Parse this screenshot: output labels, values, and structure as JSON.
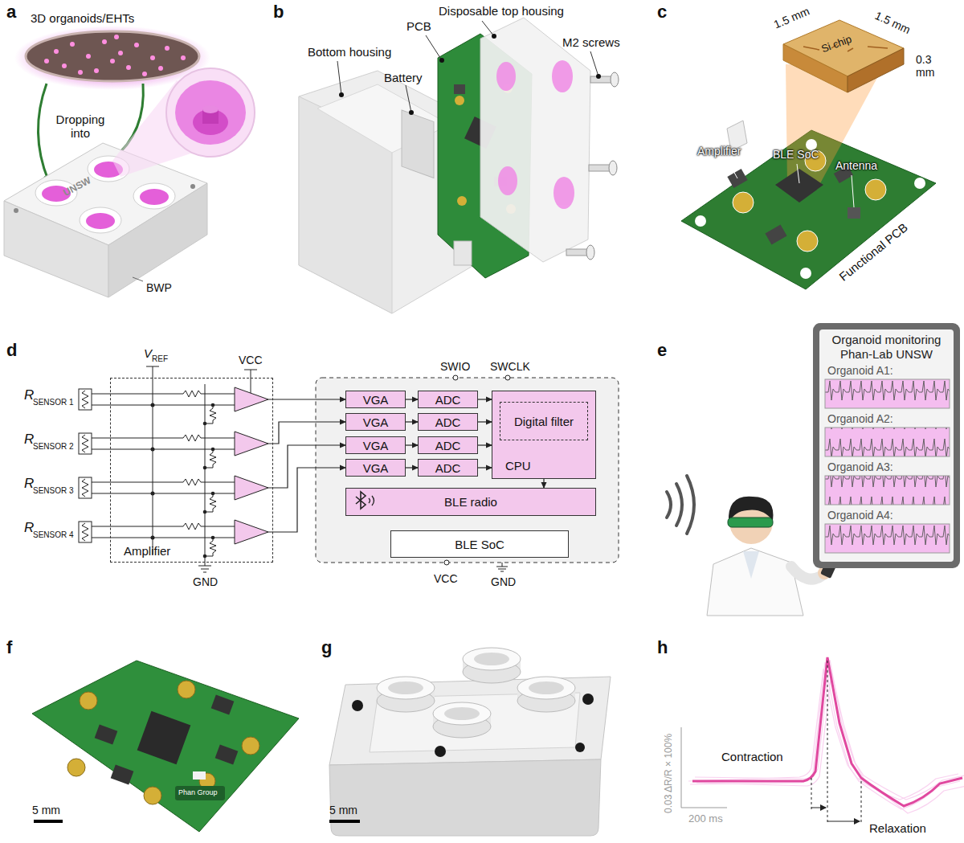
{
  "diagram": {
    "nodes": [
      {
        "text": [
          "Amplifier"
        ]
      },
      {
        "text": [
          "VGA"
        ]
      },
      {
        "text": [
          "VGA"
        ]
      },
      {
        "text": [
          "VGA"
        ]
      },
      {
        "text": [
          "VGA"
        ]
      },
      {
        "text": [
          "ADC"
        ]
      },
      {
        "text": [
          "ADC"
        ]
      },
      {
        "text": [
          "ADC"
        ]
      },
      {
        "text": [
          "ADC"
        ]
      },
      {
        "text": [
          "CPU"
        ]
      },
      {
        "text": [
          "Digital filter"
        ],
        "in": 9
      },
      {
        "text": [
          "BLE radio"
        ]
      },
      {
        "text": [
          "BLE SoC"
        ]
      },
      {
        "text": [
          "Organoid monitoring Phan-Lab UNSW",
          "Organoid A1:",
          "Organoid A2:",
          "Organoid A3:",
          "Organoid A4:"
        ]
      }
    ],
    "edges": [
      {
        "from": 0,
        "to": 1,
        "arrow": "to"
      },
      {
        "from": 0,
        "to": 2,
        "arrow": "to"
      },
      {
        "from": 0,
        "to": 3,
        "arrow": "to"
      },
      {
        "from": 0,
        "to": 4,
        "arrow": "to"
      },
      {
        "from": 1,
        "to": 5,
        "arrow": "to"
      },
      {
        "from": 2,
        "to": 6,
        "arrow": "to"
      },
      {
        "from": 3,
        "to": 7,
        "arrow": "to"
      },
      {
        "from": 4,
        "to": 8,
        "arrow": "to"
      },
      {
        "from": 5,
        "to": 9,
        "arrow": "to"
      },
      {
        "from": 6,
        "to": 9,
        "arrow": "to"
      },
      {
        "from": 7,
        "to": 9,
        "arrow": "to"
      },
      {
        "from": 8,
        "to": 9,
        "arrow": "to"
      },
      {
        "from": 10,
        "to": 11,
        "arrow": "to"
      }
    ],
    "labels": [
      "a",
      "3D organoids/EHTs",
      "Dropping into",
      "UNSW",
      "BWP",
      "b",
      "Bottom housing",
      "Battery",
      "PCB",
      "Disposable top housing",
      "M2 screws",
      "c",
      "1.5 mm",
      "1.5 mm",
      "0.3 mm",
      "Si chip",
      "Amplifier",
      "BLE SoC",
      "Antenna",
      "Functional PCB",
      "d",
      "V",
      "REF",
      "VCC",
      "R",
      "SENSOR 1",
      "R",
      "SENSOR 2",
      "R",
      "SENSOR 3",
      "R",
      "SENSOR 4",
      "GND",
      "SWIO",
      "SWCLK",
      "VCC",
      "GND",
      "e",
      "f",
      "Phan Group",
      "5 mm",
      "g",
      "5 mm",
      "h",
      "0.03 ΔR/R × 100%",
      "200 ms",
      "Contraction",
      "Relaxation"
    ]
  }
}
